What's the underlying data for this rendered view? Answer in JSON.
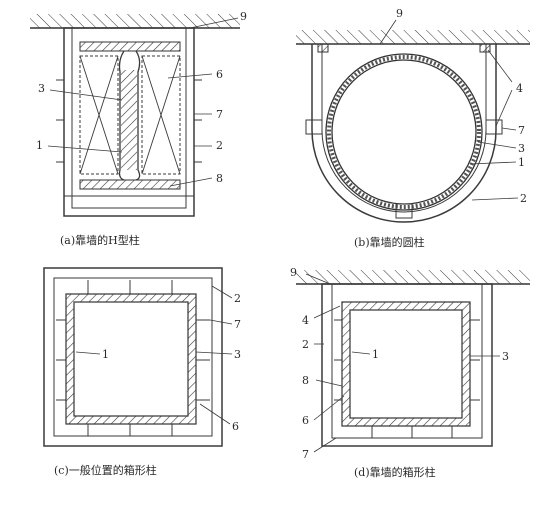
{
  "captions": {
    "a": "(a)靠墙的H型柱",
    "b": "(b)靠墙的圆柱",
    "c": "(c)一般位置的箱形柱",
    "d": "(d)靠墙的箱形柱"
  },
  "labels": {
    "a": [
      "9",
      "3",
      "6",
      "7",
      "1",
      "2",
      "8"
    ],
    "b": [
      "9",
      "4",
      "7",
      "3",
      "1",
      "2"
    ],
    "c": [
      "2",
      "7",
      "1",
      "3",
      "6"
    ],
    "d": [
      "9",
      "4",
      "2",
      "1",
      "3",
      "8",
      "6",
      "7"
    ]
  }
}
